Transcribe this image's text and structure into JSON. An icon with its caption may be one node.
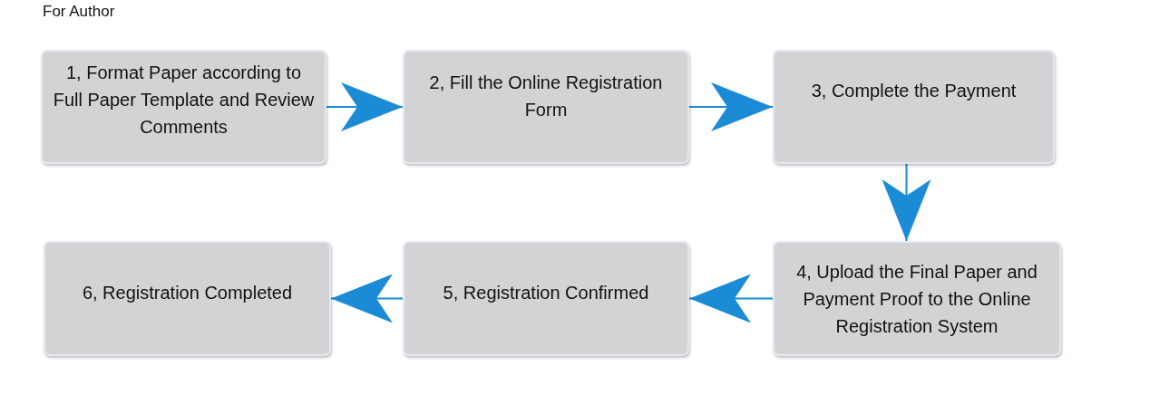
{
  "diagram": {
    "title": "For Author",
    "nodes": [
      {
        "text": [
          "1, Format Paper according to Full Paper Template and Review Comments"
        ]
      },
      {
        "text": [
          "2, Fill the Online Registration Form"
        ]
      },
      {
        "text": [
          "3, Complete the Payment"
        ]
      },
      {
        "text": [
          "4, Upload the Final Paper and Payment Proof to the Online Registration System"
        ]
      },
      {
        "text": [
          "5, Registration Confirmed"
        ]
      },
      {
        "text": [
          "6, Registration Completed"
        ]
      }
    ],
    "edges": [
      {
        "from": 0,
        "to": 1,
        "arrow": "to"
      },
      {
        "from": 1,
        "to": 2,
        "arrow": "to"
      },
      {
        "from": 2,
        "to": 3,
        "arrow": "to"
      },
      {
        "from": 3,
        "to": 4,
        "arrow": "to"
      },
      {
        "from": 4,
        "to": 5,
        "arrow": "to"
      }
    ]
  }
}
